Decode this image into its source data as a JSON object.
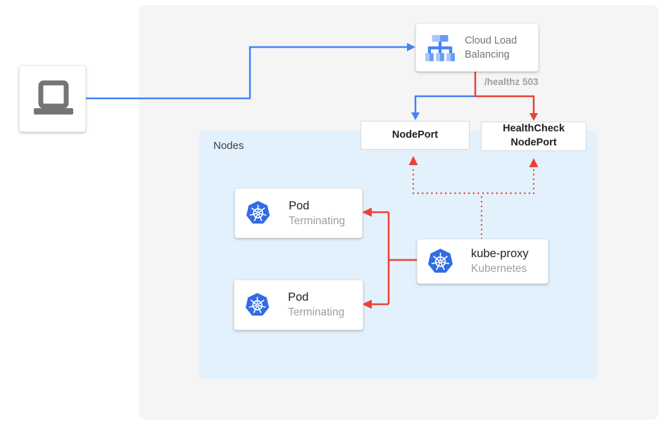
{
  "colors": {
    "blue": "#4285F4",
    "red": "#EA4335",
    "k8s_blue": "#326CE5",
    "gray_panel": "#F5F5F6",
    "nodes_panel_blue": "#E3F1FD",
    "lb_icon_light": "#A8C7FA",
    "lb_icon_medium": "#669DF6",
    "laptop_gray": "#757575"
  },
  "icons": {
    "client": "laptop-icon",
    "load_balancer": "cloud-load-balancing-icon",
    "pod": "kubernetes-icon",
    "kube_proxy": "kubernetes-icon"
  },
  "load_balancer": {
    "label": "Cloud Load Balancing"
  },
  "edge_labels": {
    "healthz": "/healthz 503"
  },
  "nodes_panel": {
    "label": "Nodes"
  },
  "ports": {
    "nodeport": "NodePort",
    "healthcheck_line1": "HealthCheck",
    "healthcheck_line2": "NodePort"
  },
  "pods": [
    {
      "title": "Pod",
      "subtitle": "Terminating"
    },
    {
      "title": "Pod",
      "subtitle": "Terminating"
    }
  ],
  "kube_proxy": {
    "title": "kube-proxy",
    "subtitle": "Kubernetes"
  }
}
